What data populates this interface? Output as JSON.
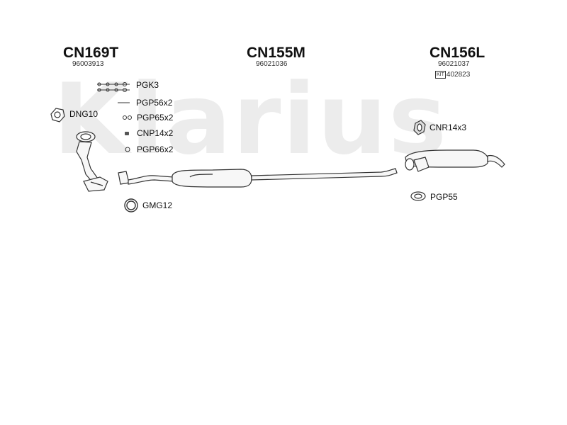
{
  "watermark": "Klarius",
  "sections": {
    "front": {
      "code": "CN169T",
      "ref": "96003913"
    },
    "middle": {
      "code": "CN155M",
      "ref": "96021036"
    },
    "rear": {
      "code": "CN156L",
      "ref": "96021037",
      "kit_icon": "KIT",
      "kit_ref": "402823"
    }
  },
  "parts": {
    "pgk": "PGK3",
    "pgp56": "PGP56x2",
    "dng": "DNG10",
    "pgp65": "PGP65x2",
    "cnp": "CNP14x2",
    "pgp66": "PGP66x2",
    "gmg": "GMG12",
    "cnr": "CNR14x3",
    "pgp55": "PGP55"
  },
  "colors": {
    "line": "#333333",
    "watermark": "#ececec"
  }
}
